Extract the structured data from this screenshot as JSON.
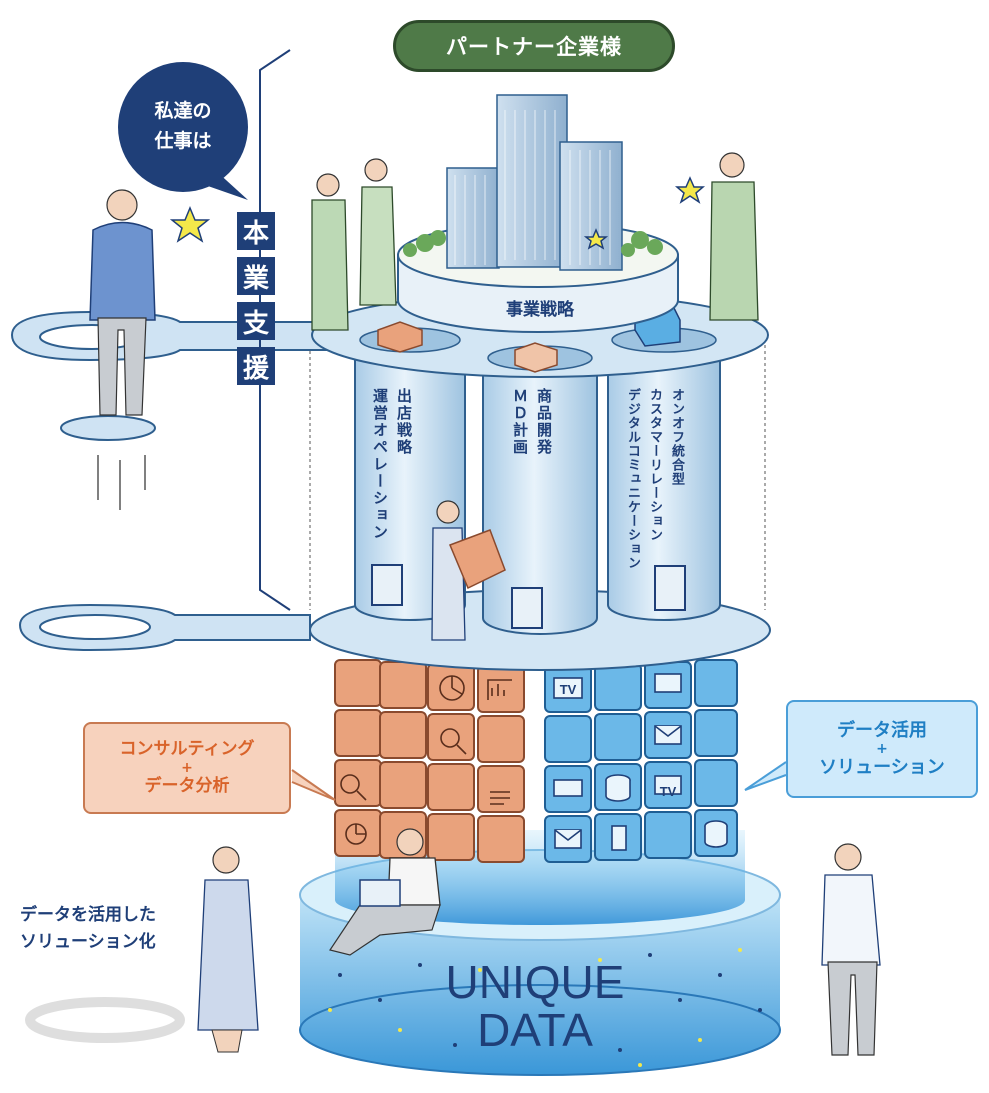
{
  "partner_label": "パートナー企業様",
  "speech_bubble": {
    "line1": "私達の",
    "line2": "仕事は"
  },
  "core_support": [
    "本",
    "業",
    "支",
    "援"
  ],
  "top_platform_label": "事業戦略",
  "pillars": [
    {
      "lines": [
        "出店戦略",
        "運営オペレーション"
      ]
    },
    {
      "lines": [
        "商品開発",
        "ＭＤ計画"
      ]
    },
    {
      "lines": [
        "オンオフ統合型",
        "カスタマーリレーション",
        "デジタルコミュニケーション"
      ]
    }
  ],
  "left_callout": {
    "line1": "コンサルティング",
    "plus": "+",
    "line2": "データ分析"
  },
  "right_callout": {
    "line1": "データ活用",
    "plus": "+",
    "line2": "ソリューション"
  },
  "left_caption": {
    "line1": "データを活用した",
    "line2": "ソリューション化"
  },
  "data_base": {
    "line1": "UNIQUE",
    "line2": "DATA"
  },
  "colors": {
    "partner_green": "#4f7a48",
    "navy": "#1f3f78",
    "orange_tile": "#e9a27c",
    "blue_tile": "#5aaee3",
    "platform": "#cfe3f3"
  },
  "tv_label": "TV"
}
